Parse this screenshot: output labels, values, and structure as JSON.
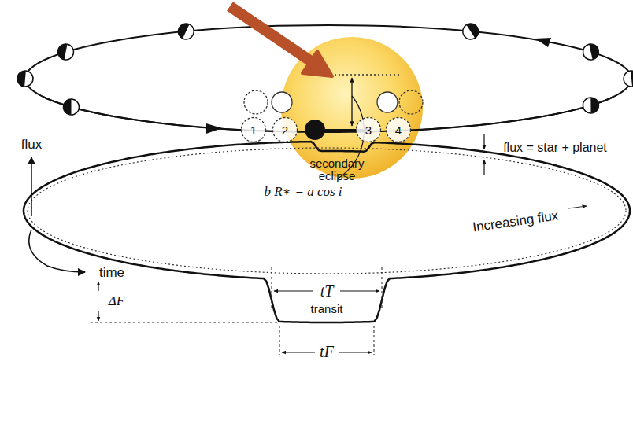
{
  "diagram": {
    "nodes": [
      {
        "text": [
          "1"
        ]
      },
      {
        "text": [
          "2"
        ]
      },
      {
        "text": [
          "3"
        ]
      },
      {
        "text": [
          "4"
        ]
      }
    ],
    "labels": [
      "b R∗ = a cos i",
      "flux",
      "flux = star + planet",
      "secondary eclipse",
      "time",
      "Increasing flux",
      "ΔF",
      "tT",
      "transit",
      "tF"
    ]
  }
}
